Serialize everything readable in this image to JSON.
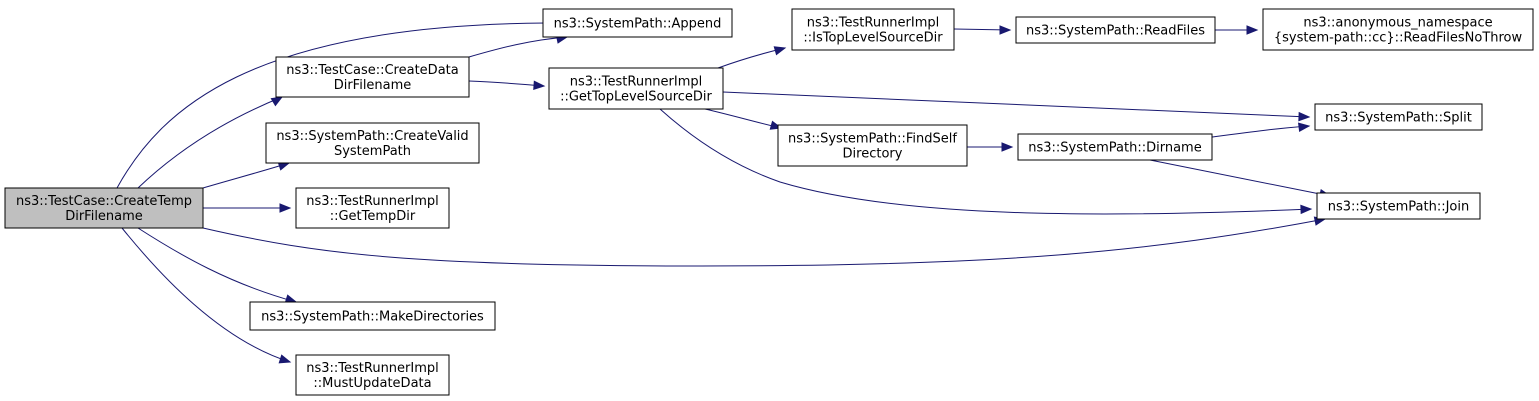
{
  "nodes": {
    "create_temp_dir_filename": {
      "lines": [
        "ns3::TestCase::CreateTemp",
        "DirFilename"
      ],
      "highlighted": true
    },
    "create_data_dir_filename": {
      "lines": [
        "ns3::TestCase::CreateData",
        "DirFilename"
      ]
    },
    "append": {
      "lines": [
        "ns3::SystemPath::Append"
      ]
    },
    "create_valid_system_path": {
      "lines": [
        "ns3::SystemPath::CreateValid",
        "SystemPath"
      ]
    },
    "get_temp_dir": {
      "lines": [
        "ns3::TestRunnerImpl",
        "::GetTempDir"
      ]
    },
    "make_directories": {
      "lines": [
        "ns3::SystemPath::MakeDirectories"
      ]
    },
    "must_update_data": {
      "lines": [
        "ns3::TestRunnerImpl",
        "::MustUpdateData"
      ]
    },
    "get_top_level_source_dir": {
      "lines": [
        "ns3::TestRunnerImpl",
        "::GetTopLevelSourceDir"
      ]
    },
    "is_top_level_source_dir": {
      "lines": [
        "ns3::TestRunnerImpl",
        "::IsTopLevelSourceDir"
      ]
    },
    "find_self_directory": {
      "lines": [
        "ns3::SystemPath::FindSelf",
        "Directory"
      ]
    },
    "read_files": {
      "lines": [
        "ns3::SystemPath::ReadFiles"
      ]
    },
    "dirname": {
      "lines": [
        "ns3::SystemPath::Dirname"
      ]
    },
    "read_files_no_throw": {
      "lines": [
        "ns3::anonymous_namespace",
        "{system-path::cc}::ReadFilesNoThrow"
      ]
    },
    "split": {
      "lines": [
        "ns3::SystemPath::Split"
      ]
    },
    "join": {
      "lines": [
        "ns3::SystemPath::Join"
      ]
    }
  },
  "edges": [
    [
      "create_temp_dir_filename",
      "append"
    ],
    [
      "create_temp_dir_filename",
      "create_data_dir_filename"
    ],
    [
      "create_temp_dir_filename",
      "create_valid_system_path"
    ],
    [
      "create_temp_dir_filename",
      "get_temp_dir"
    ],
    [
      "create_temp_dir_filename",
      "join"
    ],
    [
      "create_temp_dir_filename",
      "make_directories"
    ],
    [
      "create_temp_dir_filename",
      "must_update_data"
    ],
    [
      "create_data_dir_filename",
      "append"
    ],
    [
      "create_data_dir_filename",
      "get_top_level_source_dir"
    ],
    [
      "get_top_level_source_dir",
      "is_top_level_source_dir"
    ],
    [
      "get_top_level_source_dir",
      "split"
    ],
    [
      "get_top_level_source_dir",
      "find_self_directory"
    ],
    [
      "get_top_level_source_dir",
      "join"
    ],
    [
      "is_top_level_source_dir",
      "read_files"
    ],
    [
      "read_files",
      "read_files_no_throw"
    ],
    [
      "find_self_directory",
      "dirname"
    ],
    [
      "dirname",
      "split"
    ],
    [
      "dirname",
      "join"
    ]
  ],
  "colors": {
    "edge": "#191970",
    "root_fill": "#bfbfbf",
    "node_fill": "#ffffff",
    "border": "#000000"
  }
}
